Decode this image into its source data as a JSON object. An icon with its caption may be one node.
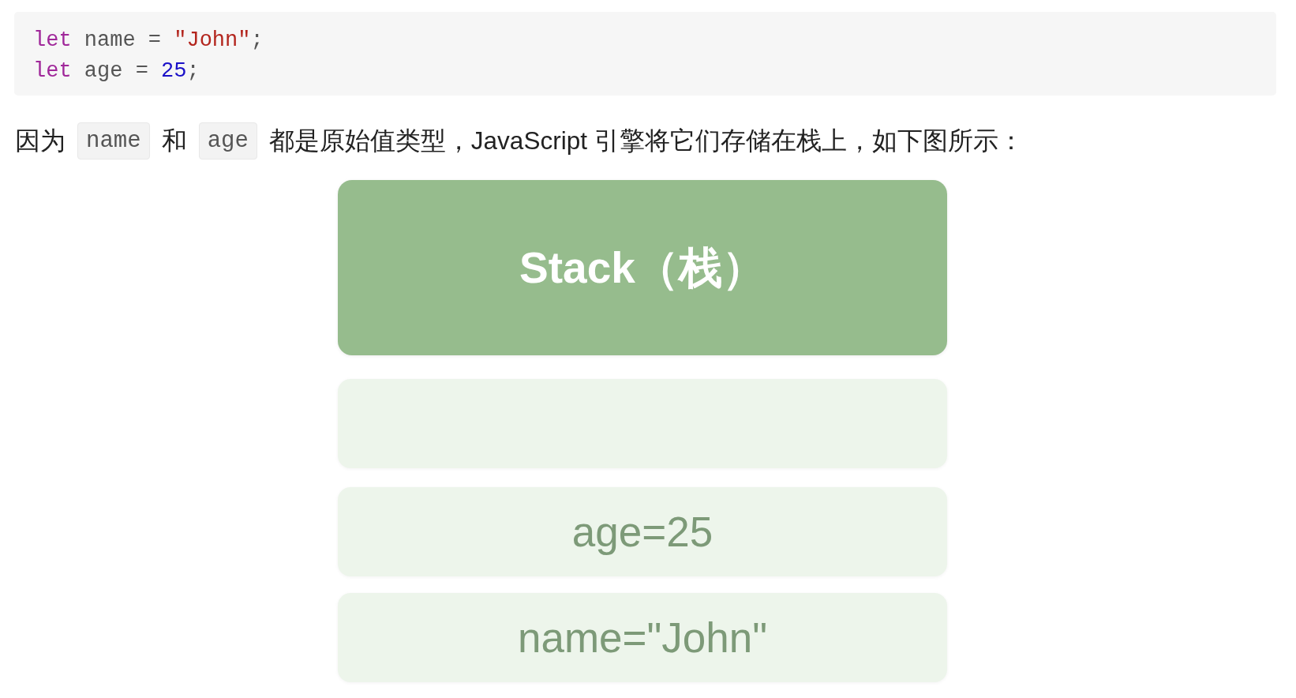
{
  "diagram": {
    "nodes": [
      {
        "text": [
          "Stack（栈）"
        ]
      },
      {
        "text": [],
        "shape": "box"
      },
      {
        "text": [
          "age=25"
        ]
      },
      {
        "text": [
          "name=\"John\""
        ]
      }
    ],
    "labels": [
      "let name = \"John\";",
      "let age = 25;",
      "因为",
      "name",
      "和",
      "age",
      "都是原始值类型，JavaScript 引擎将它们存储在栈上，如下图所示："
    ]
  }
}
